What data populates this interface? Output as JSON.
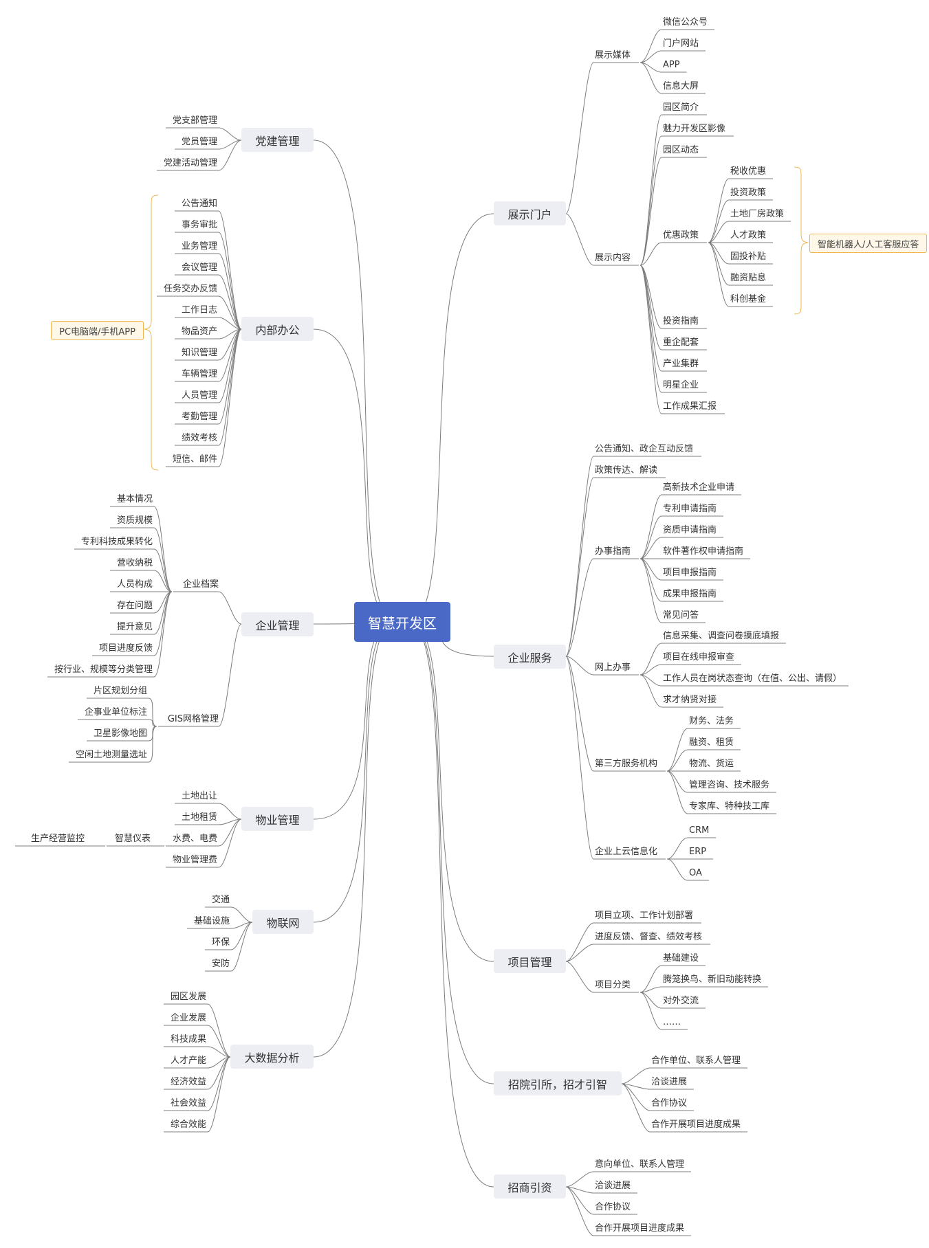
{
  "root": "智慧开发区",
  "right": [
    {
      "label": "展示门户",
      "children": [
        {
          "label": "展示媒体",
          "children": [
            {
              "label": "微信公众号"
            },
            {
              "label": "门户网站"
            },
            {
              "label": "APP"
            },
            {
              "label": "信息大屏"
            }
          ]
        },
        {
          "label": "展示内容",
          "children": [
            {
              "label": "园区简介"
            },
            {
              "label": "魅力开发区影像"
            },
            {
              "label": "园区动态"
            },
            {
              "label": "优惠政策",
              "children": [
                {
                  "label": "税收优惠"
                },
                {
                  "label": "投资政策"
                },
                {
                  "label": "土地厂房政策"
                },
                {
                  "label": "人才政策"
                },
                {
                  "label": "固投补贴"
                },
                {
                  "label": "融资贴息"
                },
                {
                  "label": "科创基金"
                }
              ],
              "note": "智能机器人/人工客服应答"
            },
            {
              "label": "投资指南"
            },
            {
              "label": "重企配套"
            },
            {
              "label": "产业集群"
            },
            {
              "label": "明星企业"
            },
            {
              "label": "工作成果汇报"
            }
          ]
        }
      ]
    },
    {
      "label": "企业服务",
      "children": [
        {
          "label": "公告通知、政企互动反馈"
        },
        {
          "label": "政策传达、解读"
        },
        {
          "label": "办事指南",
          "children": [
            {
              "label": "高新技术企业申请"
            },
            {
              "label": "专利申请指南"
            },
            {
              "label": "资质申请指南"
            },
            {
              "label": "软件著作权申请指南"
            },
            {
              "label": "项目申报指南"
            },
            {
              "label": "成果申报指南"
            },
            {
              "label": "常见问答"
            }
          ]
        },
        {
          "label": "网上办事",
          "children": [
            {
              "label": "信息采集、调查问卷摸底填报"
            },
            {
              "label": "项目在线申报审查"
            },
            {
              "label": "工作人员在岗状态查询（在值、公出、请假）"
            },
            {
              "label": "求才纳贤对接"
            }
          ]
        },
        {
          "label": "第三方服务机构",
          "children": [
            {
              "label": "财务、法务"
            },
            {
              "label": "融资、租赁"
            },
            {
              "label": "物流、货运"
            },
            {
              "label": "管理咨询、技术服务"
            },
            {
              "label": "专家库、特种技工库"
            }
          ]
        },
        {
          "label": "企业上云信息化",
          "children": [
            {
              "label": "CRM"
            },
            {
              "label": "ERP"
            },
            {
              "label": "OA"
            }
          ]
        }
      ]
    },
    {
      "label": "项目管理",
      "children": [
        {
          "label": "项目立项、工作计划部署"
        },
        {
          "label": "进度反馈、督查、绩效考核"
        },
        {
          "label": "项目分类",
          "children": [
            {
              "label": "基础建设"
            },
            {
              "label": "腾笼换鸟、新旧动能转换"
            },
            {
              "label": "对外交流"
            },
            {
              "label": "……"
            }
          ]
        }
      ]
    },
    {
      "label": "招院引所，招才引智",
      "children": [
        {
          "label": "合作单位、联系人管理"
        },
        {
          "label": "洽谈进展"
        },
        {
          "label": "合作协议"
        },
        {
          "label": "合作开展项目进度成果"
        }
      ]
    },
    {
      "label": "招商引资",
      "children": [
        {
          "label": "意向单位、联系人管理"
        },
        {
          "label": "洽谈进展"
        },
        {
          "label": "合作协议"
        },
        {
          "label": "合作开展项目进度成果"
        }
      ]
    }
  ],
  "left": [
    {
      "label": "党建管理",
      "children": [
        {
          "label": "党支部管理"
        },
        {
          "label": "党员管理"
        },
        {
          "label": "党建活动管理"
        }
      ]
    },
    {
      "label": "内部办公",
      "children": [
        {
          "label": "公告通知"
        },
        {
          "label": "事务审批"
        },
        {
          "label": "业务管理"
        },
        {
          "label": "会议管理"
        },
        {
          "label": "任务交办反馈"
        },
        {
          "label": "工作日志"
        },
        {
          "label": "物品资产"
        },
        {
          "label": "知识管理"
        },
        {
          "label": "车辆管理"
        },
        {
          "label": "人员管理"
        },
        {
          "label": "考勤管理"
        },
        {
          "label": "绩效考核"
        },
        {
          "label": "短信、邮件"
        }
      ],
      "note": "PC电脑端/手机APP"
    },
    {
      "label": "企业管理",
      "children": [
        {
          "label": "企业档案",
          "children": [
            {
              "label": "基本情况"
            },
            {
              "label": "资质规模"
            },
            {
              "label": "专利科技成果转化"
            },
            {
              "label": "营收纳税"
            },
            {
              "label": "人员构成"
            },
            {
              "label": "存在问题"
            },
            {
              "label": "提升意见"
            },
            {
              "label": "项目进度反馈"
            },
            {
              "label": "按行业、规模等分类管理"
            }
          ]
        },
        {
          "label": "GIS网格管理",
          "children": [
            {
              "label": "片区规划分组"
            },
            {
              "label": "企事业单位标注"
            },
            {
              "label": "卫星影像地图"
            },
            {
              "label": "空闲土地测量选址"
            }
          ]
        }
      ]
    },
    {
      "label": "物业管理",
      "children": [
        {
          "label": "土地出让"
        },
        {
          "label": "土地租赁"
        },
        {
          "label": "水费、电费",
          "children": [
            {
              "label": "智慧仪表",
              "children": [
                {
                  "label": "生产经营监控"
                }
              ]
            }
          ]
        },
        {
          "label": "物业管理费"
        }
      ]
    },
    {
      "label": "物联网",
      "children": [
        {
          "label": "交通"
        },
        {
          "label": "基础设施"
        },
        {
          "label": "环保"
        },
        {
          "label": "安防"
        }
      ]
    },
    {
      "label": "大数据分析",
      "children": [
        {
          "label": "园区发展"
        },
        {
          "label": "企业发展"
        },
        {
          "label": "科技成果"
        },
        {
          "label": "人才产能"
        },
        {
          "label": "经济效益"
        },
        {
          "label": "社会效益"
        },
        {
          "label": "综合效能"
        }
      ]
    }
  ]
}
